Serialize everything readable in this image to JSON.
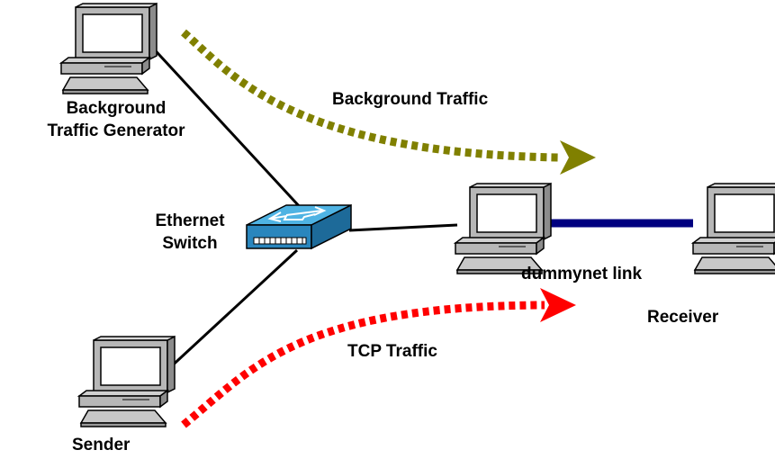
{
  "labels": {
    "background_generator_line1": "Background",
    "background_generator_line2": "Traffic Generator",
    "background_traffic": "Background Traffic",
    "switch_line1": "Ethernet",
    "switch_line2": "Switch",
    "dummynet_link": "dummynet link",
    "receiver": "Receiver",
    "tcp_traffic": "TCP Traffic",
    "sender": "Sender"
  },
  "colors": {
    "background_traffic_flow": "#808000",
    "tcp_traffic_flow": "#ff0000",
    "dummynet_link": "#000080",
    "ethernet_cable": "#000000",
    "switch_body": "#3399cc"
  },
  "icons": {
    "computer": "desktop-computer-icon",
    "switch": "ethernet-switch-icon"
  }
}
